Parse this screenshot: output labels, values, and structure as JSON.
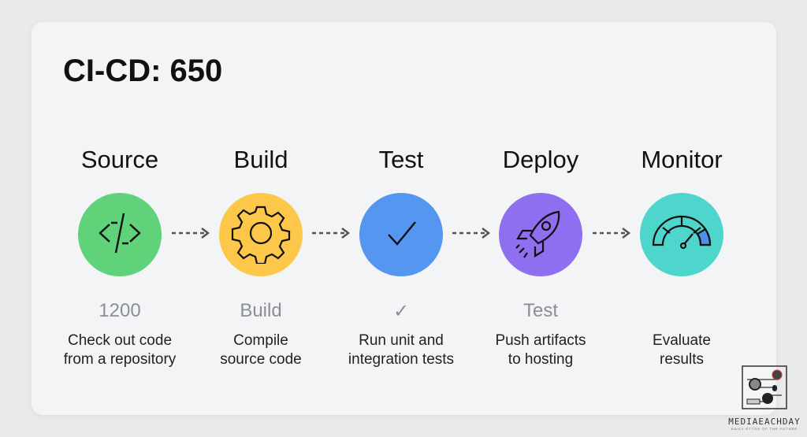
{
  "title": "CI-CD: 650",
  "stages": [
    {
      "title": "Source",
      "value": "1200",
      "desc": [
        "Check out code",
        "from a repository"
      ],
      "color": "#5fd27a",
      "icon": "code-icon"
    },
    {
      "title": "Build",
      "value": "Build",
      "desc": [
        "Compile",
        "source code"
      ],
      "color": "#fdc84a",
      "icon": "gear-icon"
    },
    {
      "title": "Test",
      "value": "✓",
      "desc": [
        "Run unit and",
        "integration tests"
      ],
      "color": "#5596f0",
      "icon": "check-icon"
    },
    {
      "title": "Deploy",
      "value": "Test",
      "desc": [
        "Push artifacts",
        "to hosting"
      ],
      "color": "#8e6ff0",
      "icon": "rocket-icon"
    },
    {
      "title": "Monitor",
      "value": "",
      "desc": [
        "Evaluate",
        "results"
      ],
      "color": "#4fd6cc",
      "icon": "gauge-icon"
    }
  ],
  "logo": {
    "name": "MEDIAEACHDAY",
    "tagline": "DAILY GTTOS OF THE FUTURE"
  }
}
